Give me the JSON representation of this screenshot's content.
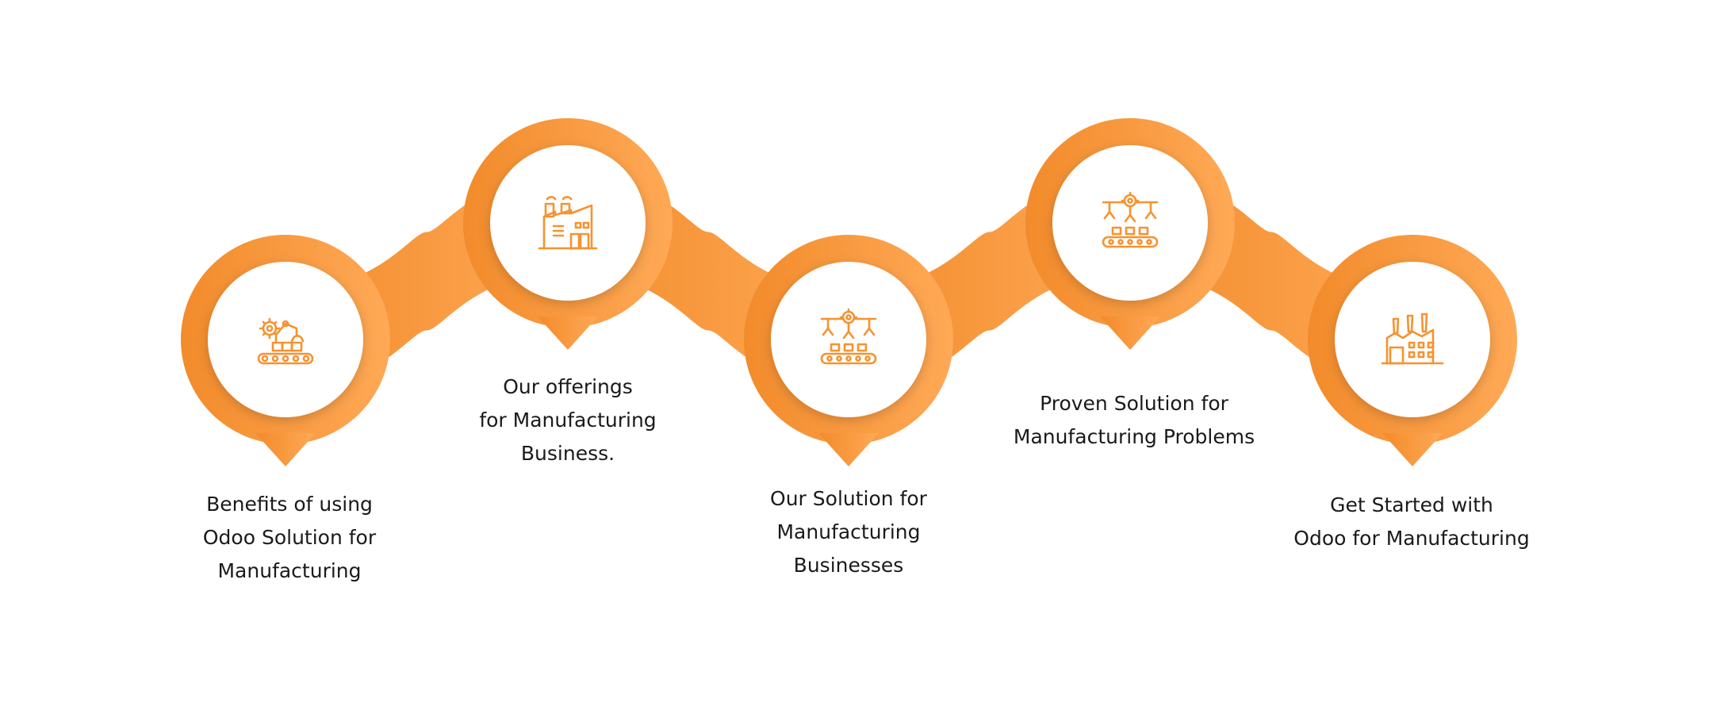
{
  "colors": {
    "ribbon_start": "#f28b2b",
    "ribbon_end": "#ffa956",
    "node_fill": "#ffffff",
    "icon_stroke": "#f7922f",
    "label_text": "#1a1a1a"
  },
  "steps": [
    {
      "icon": "robotic-arm-conveyor-icon",
      "lines": [
        "Benefits of using",
        "Odoo Solution for",
        "Manufacturing"
      ]
    },
    {
      "icon": "factory-building-icon",
      "lines": [
        "Our offerings",
        "for Manufacturing",
        "Business."
      ]
    },
    {
      "icon": "gear-conveyor-grippers-icon",
      "lines": [
        "Our Solution for",
        "Manufacturing",
        "Businesses"
      ]
    },
    {
      "icon": "gear-conveyor-grippers-icon",
      "lines": [
        "Proven Solution for",
        "Manufacturing Problems"
      ]
    },
    {
      "icon": "factory-chimneys-icon",
      "lines": [
        "Get Started with",
        "Odoo for Manufacturing"
      ]
    }
  ]
}
